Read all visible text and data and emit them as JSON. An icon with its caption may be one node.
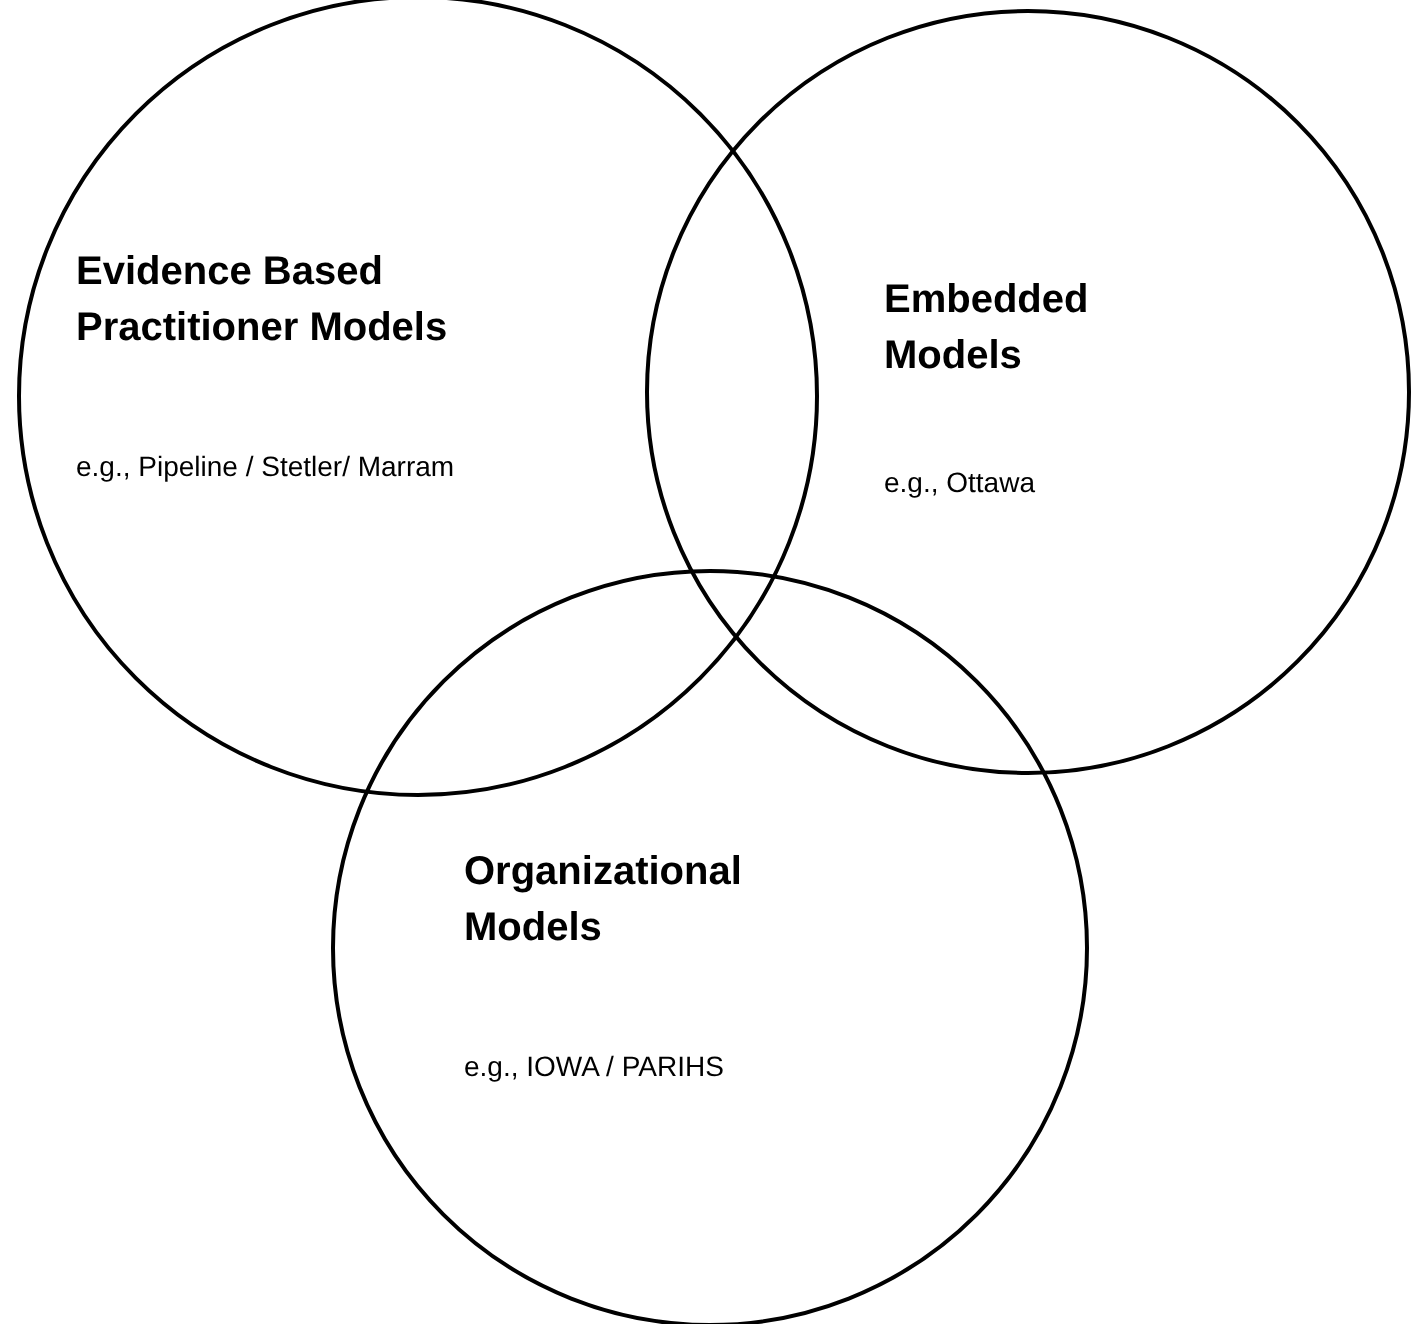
{
  "diagram": {
    "nodes": [
      {
        "text": [
          "Evidence Based Practitioner Models",
          "e.g., Pipeline / Stetler/ Marram"
        ]
      },
      {
        "text": [
          "Embedded Models",
          "e.g., Ottawa"
        ]
      },
      {
        "text": [
          "Organizational Models",
          "e.g., IOWA / PARIHS"
        ]
      }
    ]
  }
}
